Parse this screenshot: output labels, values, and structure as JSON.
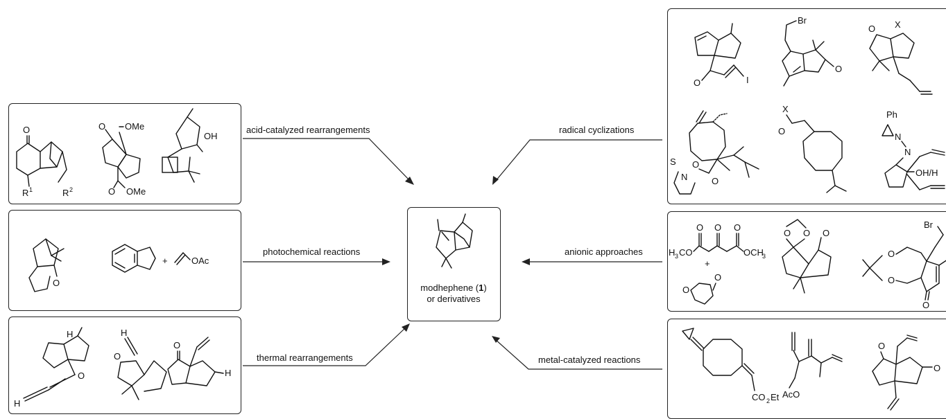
{
  "center": {
    "line1": "modhephene (",
    "number": "1",
    "line1_end": ")",
    "line2": "or derivatives"
  },
  "arrows": {
    "acid": "acid-catalyzed rearrangements",
    "photo": "photochemical reactions",
    "thermal": "thermal rearrangements",
    "radical": "radical cyclizations",
    "anionic": "anionic approaches",
    "metal": "metal-catalyzed reactions"
  },
  "acid_box": {
    "r1": "R",
    "r1_sup": "1",
    "r2": "R",
    "r2_sup": "2",
    "ome_top": "OMe",
    "ome_bottom": "OMe",
    "o_ketone": "O",
    "o_ester_top": "O",
    "o_ester_bottom": "O",
    "oh": "OH"
  },
  "photo_box": {
    "o_ketone": "O",
    "plus": "+",
    "oac": "OAc"
  },
  "thermal_box": {
    "h_top": "H",
    "h_alkyne": "H",
    "o1": "O",
    "h_mid": "H",
    "o2": "O",
    "h_right": "H"
  },
  "radical_box": {
    "o_enone": "O",
    "i": "I",
    "br": "Br",
    "o_ketone": "O",
    "o_top": "O",
    "x_top": "X",
    "s": "S",
    "n": "N",
    "o_link": "O",
    "o_carbonyl": "O",
    "x_mid": "X",
    "o_mid": "O",
    "ph": "Ph",
    "n1": "N",
    "n2": "N",
    "oh_h": "OH/H"
  },
  "anionic_box": {
    "h3co": "H",
    "h3co_sub": "3",
    "h3co_end": "CO",
    "och3": "OCH",
    "och3_sub": "3",
    "plus": "+",
    "o1": "O",
    "o2": "O",
    "o3": "O",
    "o4": "O",
    "o5": "O",
    "br": "Br",
    "o_ketal1": "O",
    "o_ketal2": "O",
    "o_acetonide1": "O",
    "o_acetonide2": "O",
    "o_enone": "O"
  },
  "metal_box": {
    "co2et": "CO",
    "co2et_sub": "2",
    "co2et_end": "Et",
    "aco": "AcO",
    "o1": "O",
    "o2": "O"
  }
}
